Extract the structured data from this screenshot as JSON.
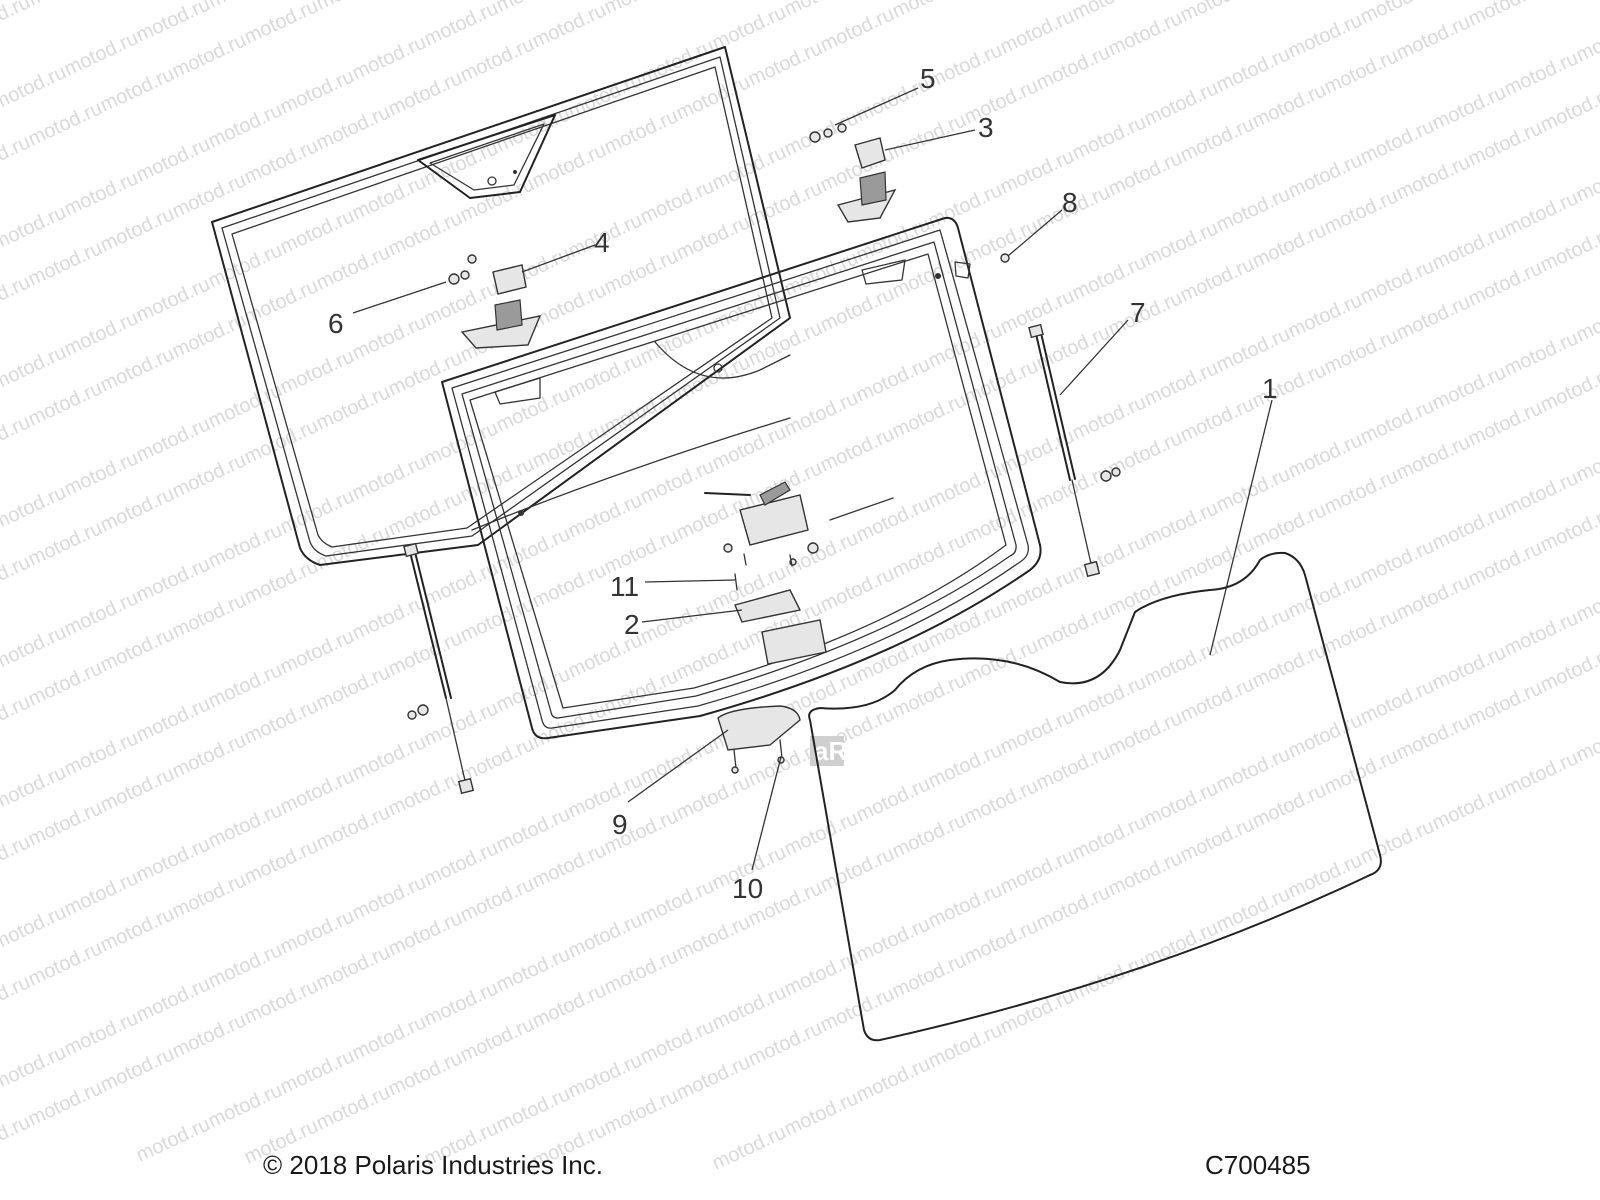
{
  "callouts": [
    {
      "id": "1",
      "label": "1"
    },
    {
      "id": "2",
      "label": "2"
    },
    {
      "id": "3",
      "label": "3"
    },
    {
      "id": "4",
      "label": "4"
    },
    {
      "id": "5",
      "label": "5"
    },
    {
      "id": "6",
      "label": "6"
    },
    {
      "id": "7",
      "label": "7"
    },
    {
      "id": "8",
      "label": "8"
    },
    {
      "id": "9",
      "label": "9"
    },
    {
      "id": "10",
      "label": "10"
    },
    {
      "id": "11",
      "label": "11"
    }
  ],
  "footer": {
    "copyright": "© 2018 Polaris Industries Inc.",
    "drawing_number": "C700485"
  },
  "watermark": {
    "text": "motod.ru",
    "logo_text": "aRIS"
  },
  "colors": {
    "line": "#222222",
    "watermark": "#d9d9d9",
    "background": "#ffffff"
  }
}
